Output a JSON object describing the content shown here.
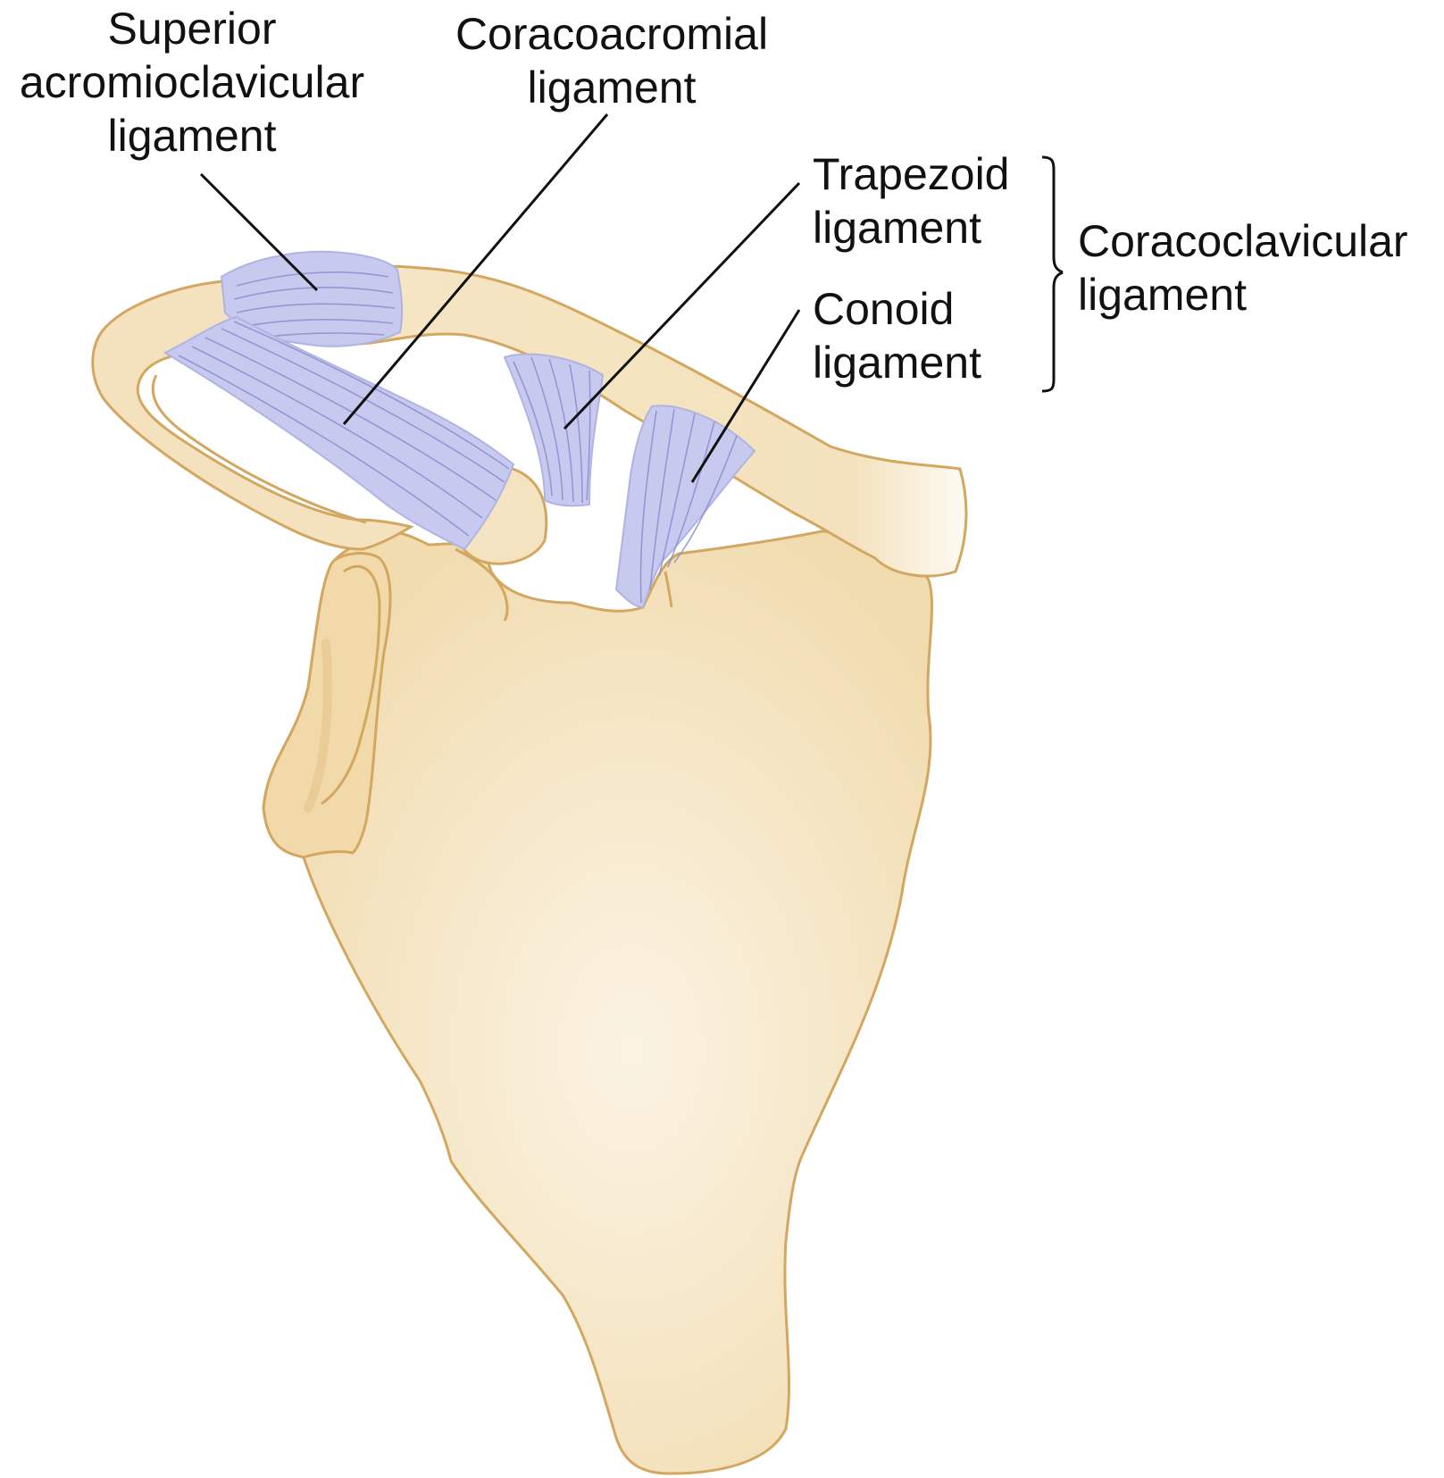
{
  "labels": {
    "superior_ac": [
      "Superior",
      "acromioclavicular",
      "ligament"
    ],
    "coracoacromial": [
      "Coracoacromial",
      "ligament"
    ],
    "trapezoid": [
      "Trapezoid",
      "ligament"
    ],
    "conoid": [
      "Conoid",
      "ligament"
    ],
    "coracoclavicular": [
      "Coracoclavicular",
      "ligament"
    ]
  },
  "colors": {
    "bone_fill": "#f3e2bd",
    "bone_outline": "#d3a760",
    "ligament_fill": "#c7c9ee",
    "ligament_fiber": "#8c8fd0",
    "leader_line": "#111111",
    "text": "#111111"
  }
}
